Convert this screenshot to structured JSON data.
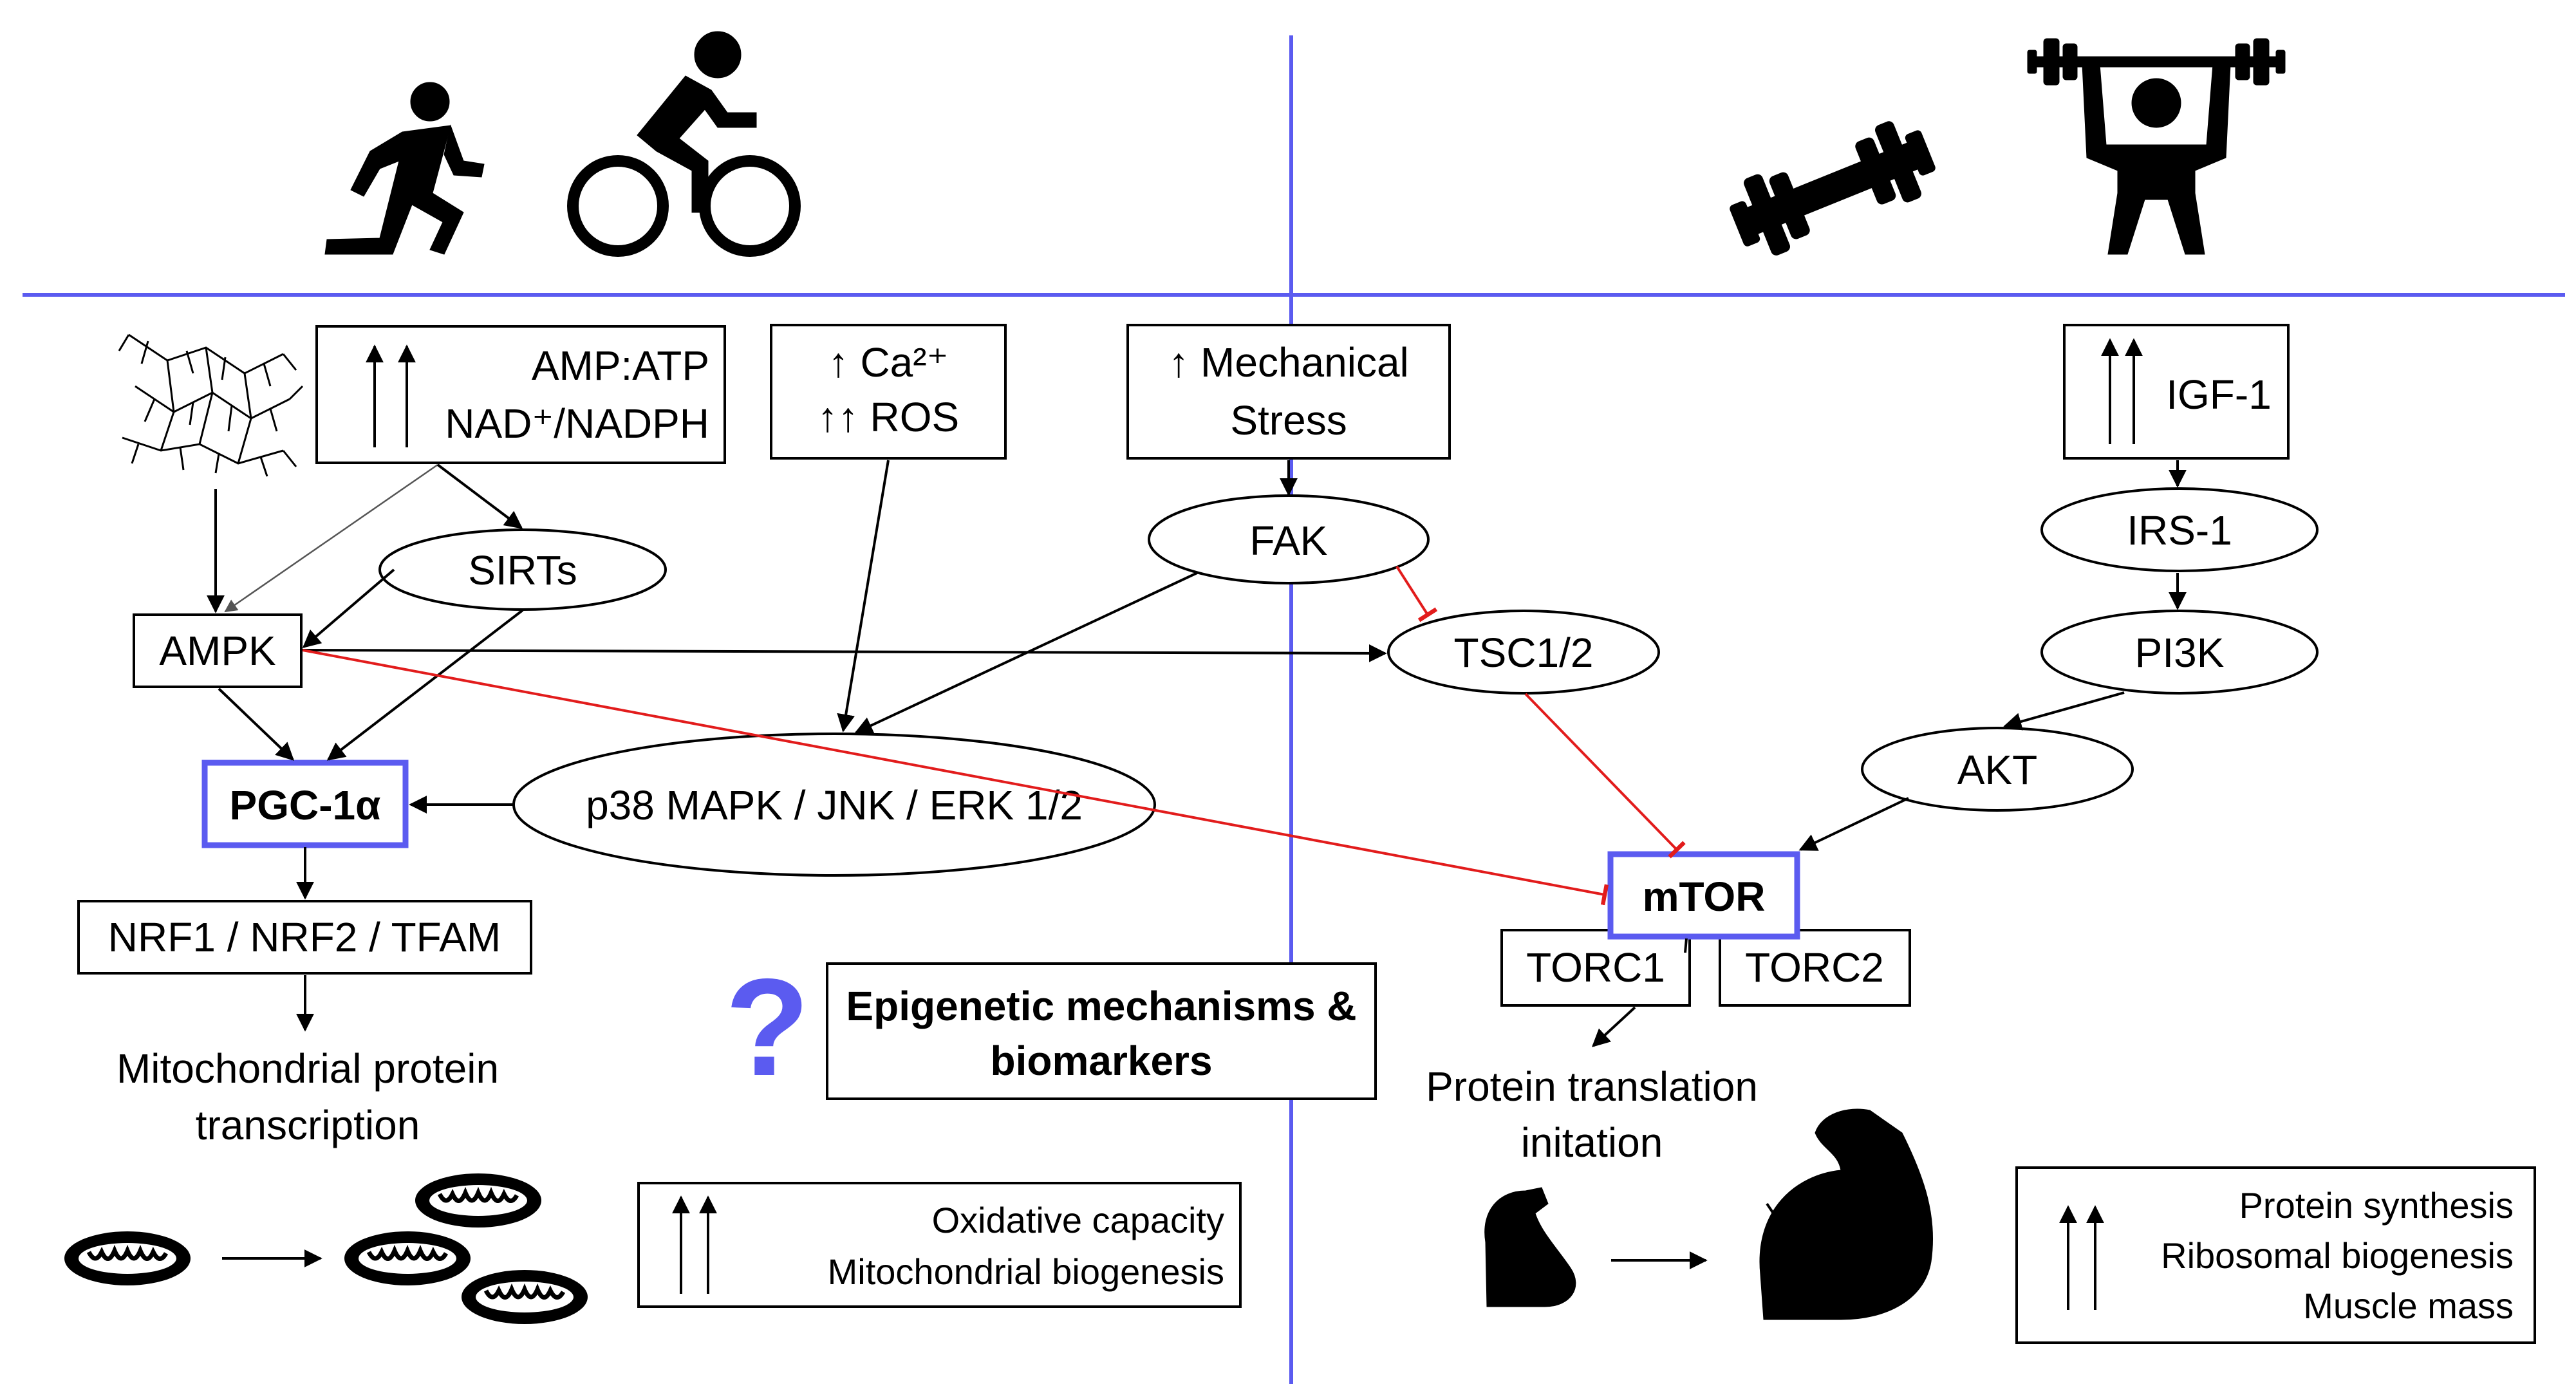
{
  "divider_color": "#5b5bf0",
  "inhibition_color": "#e21c1c",
  "hub_border_color": "#5b5bf0",
  "icons": {
    "endurance": [
      "running-person-icon",
      "cyclist-icon",
      "capillary-network-icon",
      "mitochondrion-icon"
    ],
    "resistance": [
      "dumbbell-icon",
      "weightlifter-icon",
      "flexed-arm-icon",
      "large-flexed-arm-icon"
    ],
    "question_mark_color": "#5b5bf0"
  },
  "inputs": {
    "energy_line1": "AMP:ATP",
    "energy_line2": "NAD⁺/NADPH",
    "calcium_line1": "↑ Ca²⁺",
    "calcium_line2": "↑↑ ROS",
    "mech_line1": "↑ Mechanical",
    "mech_line2": "Stress",
    "igf": "IGF-1"
  },
  "nodes": {
    "sirts": "SIRTs",
    "ampk": "AMPK",
    "pgc": "PGC-1α",
    "mapk": "p38 MAPK / JNK / ERK 1/2",
    "fak": "FAK",
    "tsc": "TSC1/2",
    "irs": "IRS-1",
    "pi3k": "PI3K",
    "akt": "AKT",
    "mtor": "mTOR",
    "torc1": "TORC1",
    "torc2": "TORC2",
    "nrf": "NRF1 / NRF2 / TFAM"
  },
  "outcomes": {
    "mito_line1": "Mitochondrial protein",
    "mito_line2": "transcription",
    "protein_line1": "Protein translation",
    "protein_line2": "initation",
    "epigenetic_line1": "Epigenetic mechanisms &",
    "epigenetic_line2": "biomarkers",
    "question": "?"
  },
  "results": {
    "endurance": [
      "Oxidative capacity",
      "Mitochondrial biogenesis"
    ],
    "resistance": [
      "Protein synthesis",
      "Ribosomal biogenesis",
      "Muscle mass"
    ]
  }
}
